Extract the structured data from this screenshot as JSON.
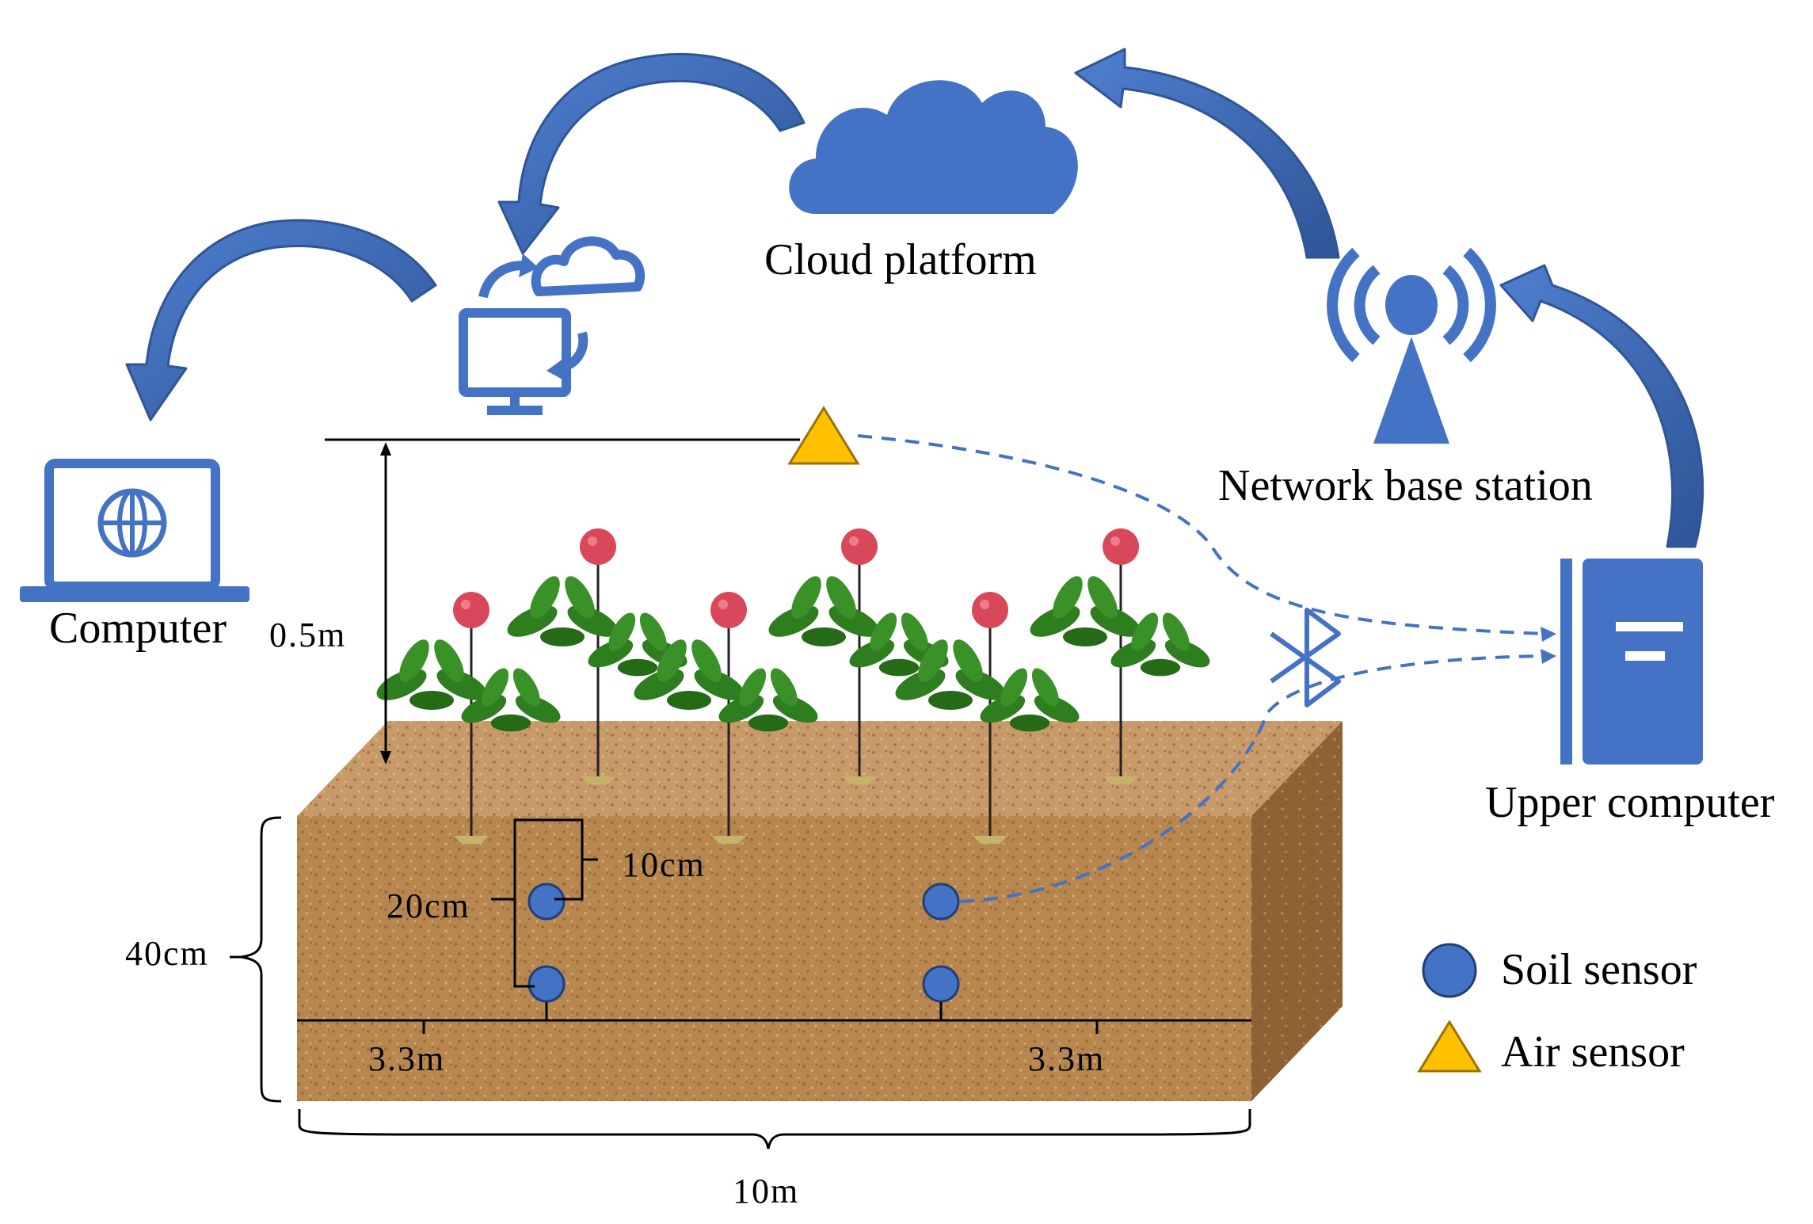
{
  "nodes": {
    "cloud_platform": "Cloud platform",
    "network_base_station": "Network base station",
    "upper_computer": "Upper computer",
    "computer": "Computer"
  },
  "dimensions": {
    "air_height": "0.5m",
    "bed_depth": "40cm",
    "sensor_spacing_vertical": "20cm",
    "sensor_top_depth": "10cm",
    "left_offset": "3.3m",
    "right_offset": "3.3m",
    "bed_length": "10m"
  },
  "legend": {
    "soil_sensor": "Soil sensor",
    "air_sensor": "Air sensor"
  },
  "colors": {
    "arrow_blue": "#4472C4",
    "icon_blue": "#4472C4",
    "air_sensor": "#FFC000",
    "soil_top": "#C89A6A",
    "soil_front": "#B8864F",
    "soil_side": "#8E6234",
    "leaf": "#2E7D1F",
    "flower": "#D9485A"
  },
  "icons": [
    "cloud-icon",
    "cloud-sync-monitor-icon",
    "wireless-tower-icon",
    "server-icon",
    "laptop-globe-icon",
    "bluetooth-icon"
  ]
}
